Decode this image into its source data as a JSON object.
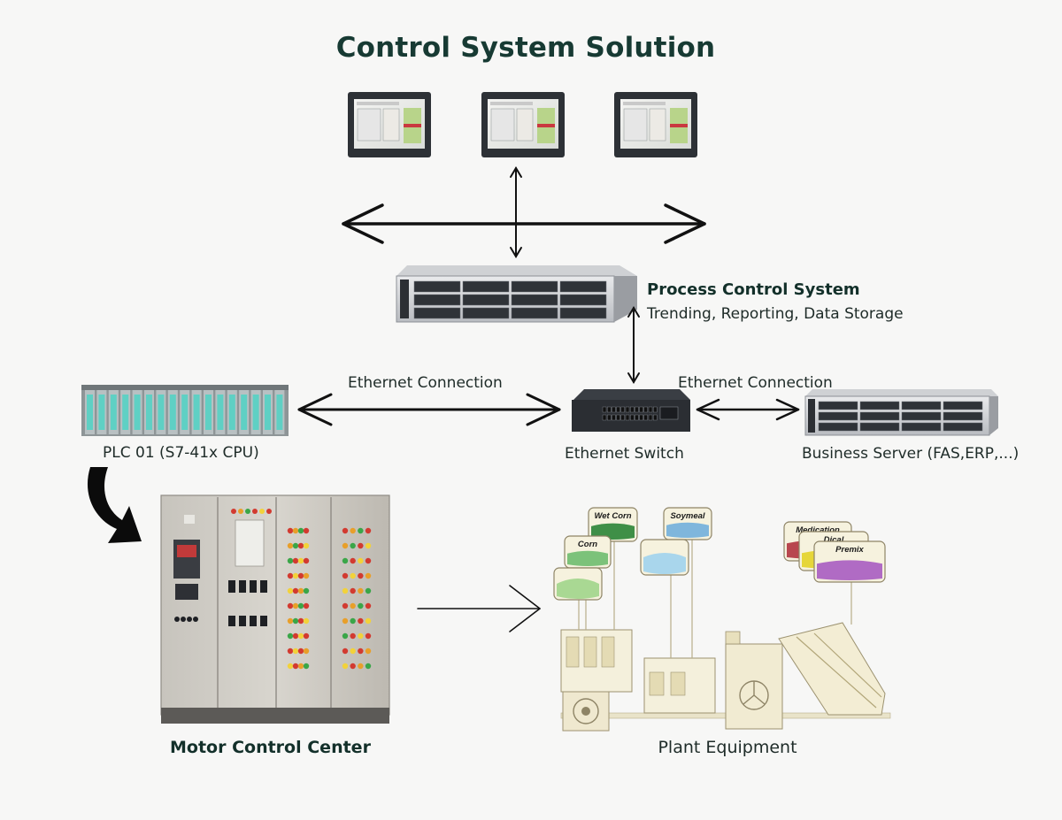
{
  "title": "Control System Solution",
  "process_control": {
    "name": "Process Control System",
    "description": "Trending, Reporting, Data Storage"
  },
  "connections": {
    "left_label": "Ethernet Connection",
    "right_label": "Ethernet Connection"
  },
  "plc": {
    "label": "PLC 01 (S7-41x CPU)"
  },
  "switch": {
    "label": "Ethernet Switch"
  },
  "business_server": {
    "label": "Business Server (FAS,ERP,...)"
  },
  "mcc": {
    "label": "Motor Control Center"
  },
  "plant": {
    "label": "Plant Equipment",
    "bins": [
      "Wet Corn",
      "Corn",
      "Soymeal",
      "Medication",
      "Dical",
      "Premix"
    ]
  },
  "colors": {
    "accent": "#173a33",
    "wet_corn": "#3f8f47",
    "corn": "#7cc27a",
    "soymeal": "#7fb6dc",
    "medication": "#b8474f",
    "dical": "#e6d63a",
    "premix": "#b06bc4"
  }
}
